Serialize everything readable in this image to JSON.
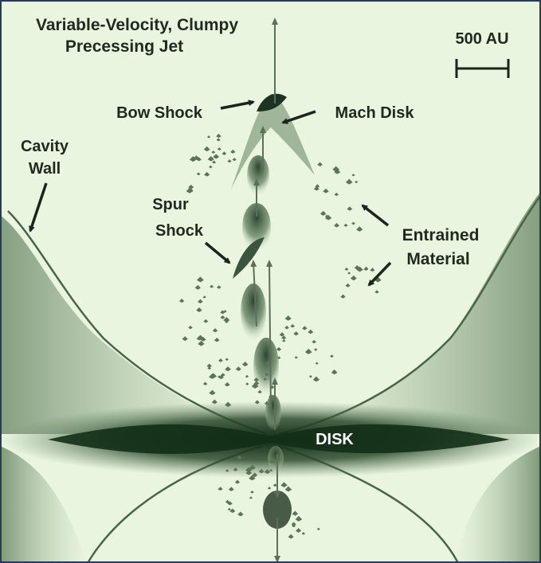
{
  "title_line1": "Variable-Velocity, Clumpy",
  "title_line2": "Precessing Jet",
  "scale_label": "500 AU",
  "labels": {
    "bow_shock": "Bow Shock",
    "mach_disk": "Mach Disk",
    "cavity_wall_1": "Cavity",
    "cavity_wall_2": "Wall",
    "spur_1": "Spur",
    "spur_2": "Shock",
    "entrained_1": "Entrained",
    "entrained_2": "Material",
    "disk": "DISK"
  },
  "colors": {
    "background": "#e9f5df",
    "disk_dark": "#18351c",
    "structure": "#4f6b4c",
    "arrow": "#1c241c",
    "frame": "#2a3a5a"
  }
}
